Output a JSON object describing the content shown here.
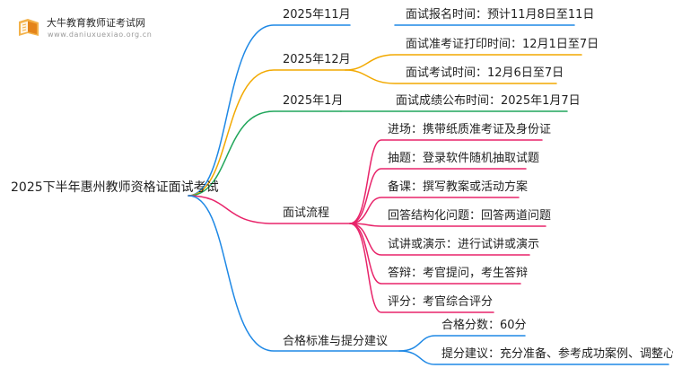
{
  "watermark": {
    "title": "大牛教育教师证考试网",
    "url": "www.daniuxuexiao.org.cn"
  },
  "root": "2025下半年惠州教师资格证面试考试",
  "branches": [
    {
      "label": "2025年11月",
      "color": "#1e88e5",
      "items": [
        "面试报名时间：预计11月8日至11日"
      ]
    },
    {
      "label": "2025年12月",
      "color": "#f2a900",
      "items": [
        "面试准考证打印时间：12月1日至7日",
        "面试考试时间：12月6日至7日"
      ]
    },
    {
      "label": "2025年1月",
      "color": "#21a65b",
      "items": [
        "面试成绩公布时间：2025年1月7日"
      ]
    },
    {
      "label": "面试流程",
      "color": "#e8246a",
      "items": [
        "进场：携带纸质准考证及身份证",
        "抽题：登录软件随机抽取试题",
        "备课：撰写教案或活动方案",
        "回答结构化问题：回答两道问题",
        "试讲或演示：进行试讲或演示",
        "答辩：考官提问，考生答辩",
        "评分：考官综合评分"
      ]
    },
    {
      "label": "合格标准与提分建议",
      "color": "#1e88e5",
      "items": [
        "合格分数：60分",
        "提分建议：充分准备、参考成功案例、调整心态"
      ]
    }
  ]
}
